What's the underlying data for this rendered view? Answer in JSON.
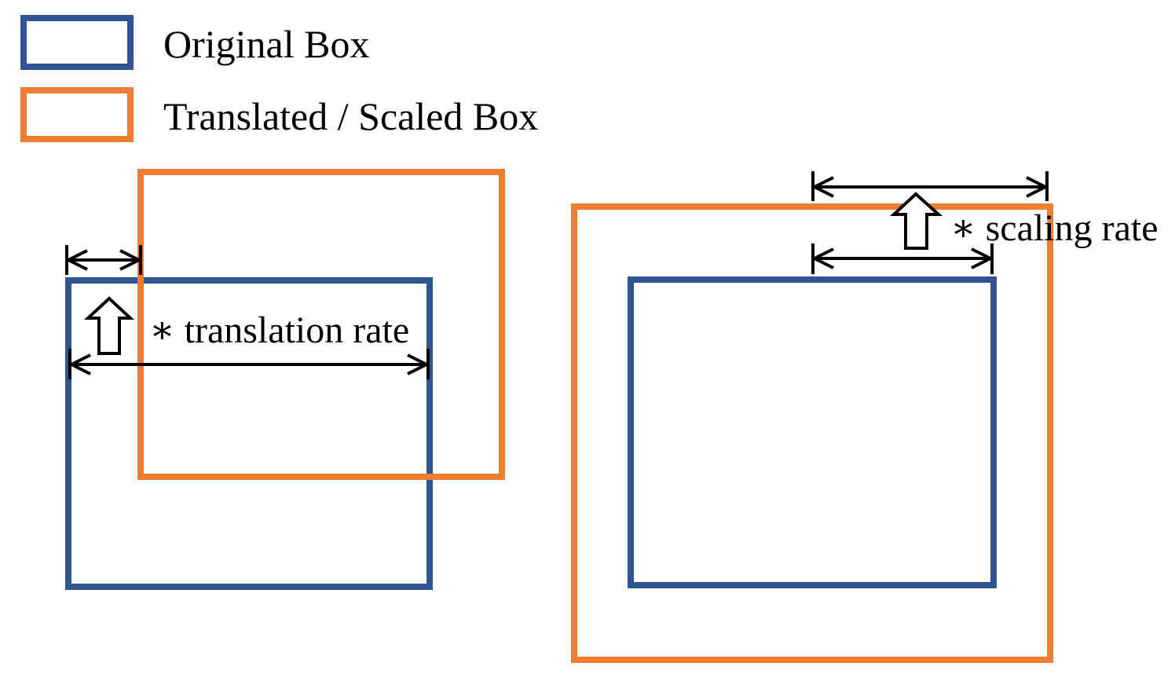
{
  "colors": {
    "original": "#2f5597",
    "transformed": "#ed7d31",
    "ink": "#000000",
    "background": "#ffffff"
  },
  "legend": {
    "items": [
      {
        "label": "Original Box",
        "color_key": "original"
      },
      {
        "label": "Translated / Scaled Box",
        "color_key": "transformed"
      }
    ]
  },
  "translation_panel": {
    "label": "∗ translation rate"
  },
  "scaling_panel": {
    "label": "∗ scaling rate"
  },
  "icons": {
    "arrow": "hollow-up-arrow-icon",
    "dimension": "double-headed-arrow-icon"
  }
}
